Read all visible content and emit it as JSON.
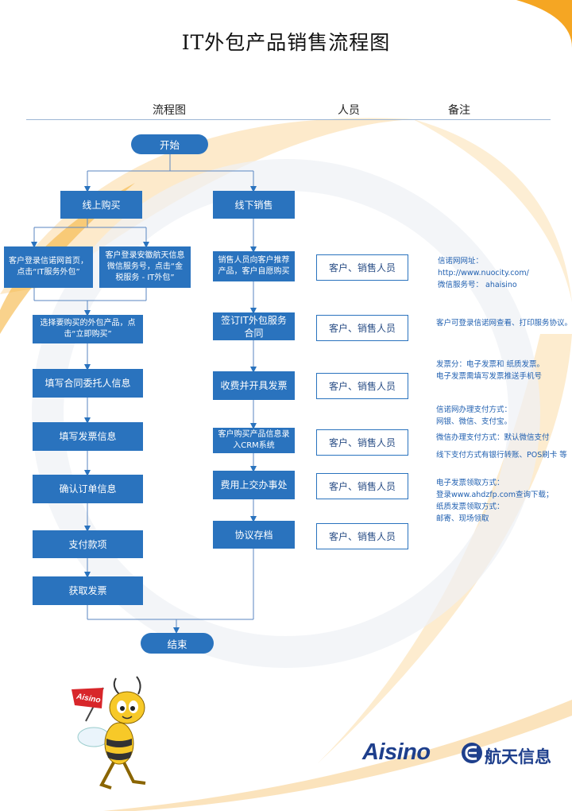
{
  "title": "IT外包产品销售流程图",
  "headers": {
    "flow": "流程图",
    "people": "人员",
    "notes": "备注"
  },
  "nodes": {
    "start": "开始",
    "online": "线上购买",
    "offline": "线下销售",
    "web_login": "客户登录信诺网首页，点击“IT服务外包”",
    "wechat_login": "客户登录安徽航天信息微信服务号，点击“金税服务 - IT外包”",
    "choose": "选择要购买的外包产品，点击“立即购买”",
    "fill_contract": "填写合同委托人信息",
    "fill_invoice": "填写发票信息",
    "confirm": "确认订单信息",
    "pay": "支付款项",
    "get_invoice": "获取发票",
    "end": "结束",
    "recommend": "销售人员向客户推荐产品，客户自愿购买",
    "sign": "签订IT外包服务合同",
    "collect": "收费并开具发票",
    "crm": "客户购买产品信息录入CRM系统",
    "hand_in": "费用上交办事处",
    "archive": "协议存档"
  },
  "people": [
    "客户、销售人员",
    "客户、销售人员",
    "客户、销售人员",
    "客户、销售人员",
    "客户、销售人员",
    "客户、销售人员"
  ],
  "notes": {
    "n1": [
      "信诺网网址：",
      "http://www.nuocity.com/",
      "微信服务号：  ahaisino"
    ],
    "n2": [
      "客户可登录信诺网查看、打印服务协议。"
    ],
    "n3": [
      "发票分：电子发票和 纸质发票。",
      "电子发票需填写发票推送手机号"
    ],
    "n4": [
      "信诺网办理支付方式：",
      "网银、微信、支付宝。"
    ],
    "n5": [
      "微信办理支付方式：默认微信支付"
    ],
    "n6": [
      "线下支付方式有银行转账、POS刷卡 等"
    ],
    "n7": [
      "电子发票领取方式：",
      "登录www.ahdzfp.com查询下载；",
      "纸质发票领取方式：",
      "邮寄、现场领取"
    ]
  },
  "mascot_flag": "Aisino",
  "logo": {
    "en": "Aisino",
    "cn": "航天信息"
  },
  "colors": {
    "box": "#2a73be",
    "note_text": "#1f5fb0",
    "logo": "#1e3f8c",
    "swoosh": "#f5a623"
  }
}
